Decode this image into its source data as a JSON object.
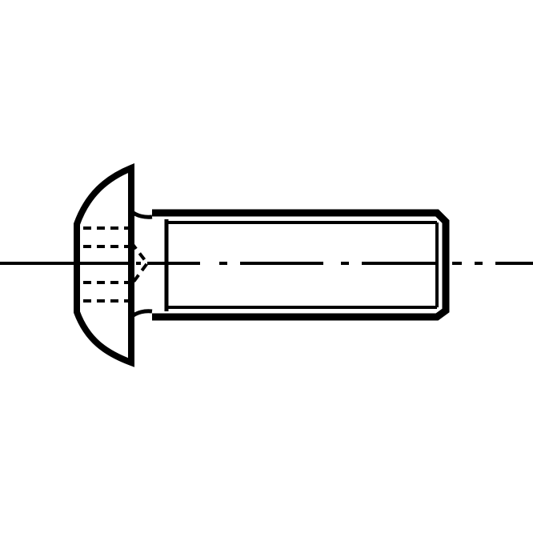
{
  "drawing": {
    "subject": "button-head-hex-socket-screw",
    "view": "side-elevation",
    "style": "technical-line-drawing",
    "colors": {
      "background": "#ffffff",
      "line": "#000000"
    },
    "features": {
      "rounded_head": true,
      "hex_socket_hidden_lines": true,
      "threaded_shank": true,
      "centerline": "dash-dot"
    }
  }
}
